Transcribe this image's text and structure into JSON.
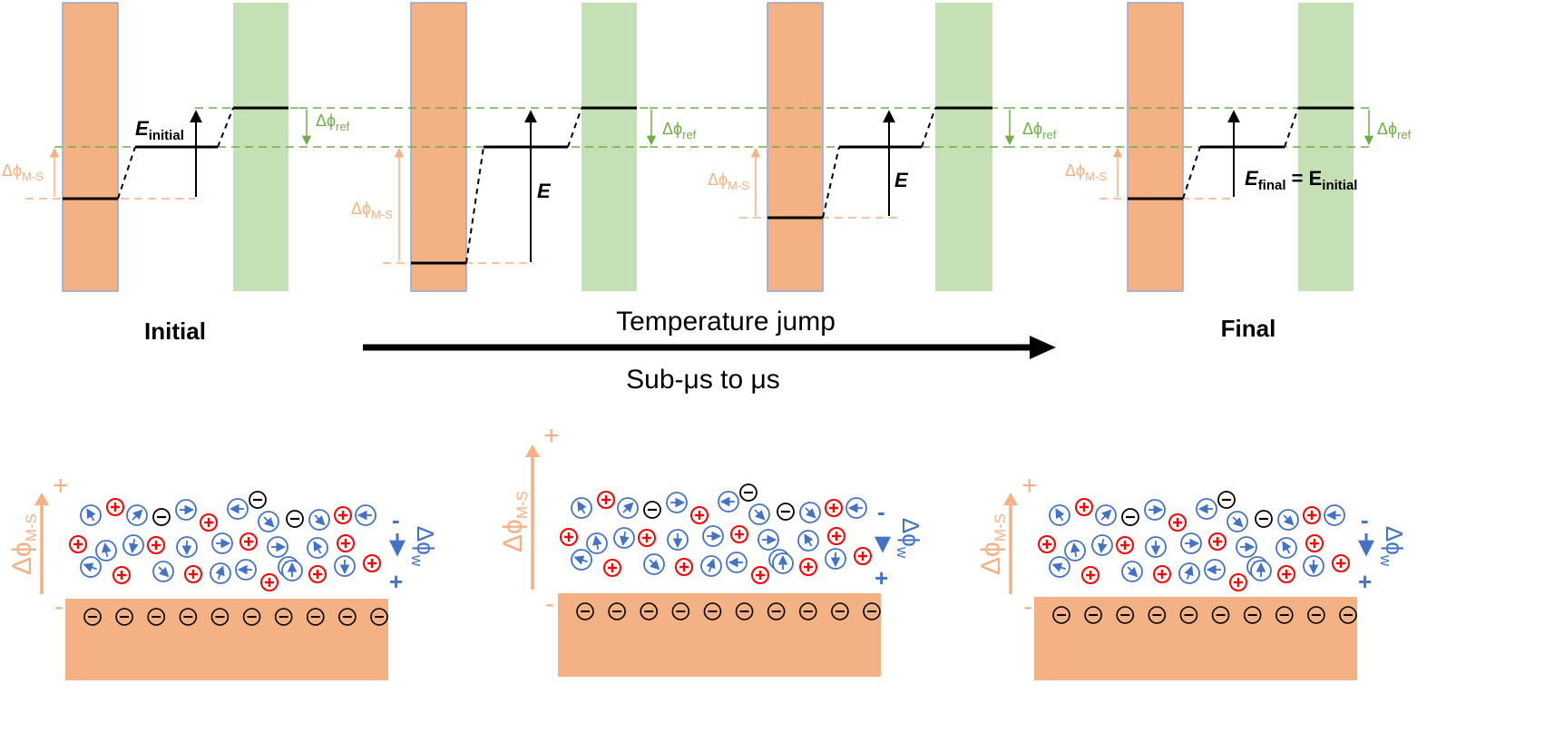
{
  "colors": {
    "metal": "#f4b183",
    "metal_border": "#8fa9d6",
    "reference": "#c5e0b4",
    "green_line": "#70ad47",
    "orange_line": "#f4b183",
    "dipole_blue": "#4472c4",
    "cation_red": "#ff0000",
    "anion_black": "#000000"
  },
  "stages": [
    {
      "label": "Initial",
      "energy_label": "E",
      "energy_sub": "initial"
    },
    {
      "label": "",
      "energy_label": "E",
      "energy_sub": ""
    },
    {
      "label": "",
      "energy_label": "E",
      "energy_sub": ""
    },
    {
      "label": "Final",
      "energy_label": "E",
      "energy_sub": "final",
      "energy_suffix": " = E",
      "energy_suffix_sub": "initial"
    }
  ],
  "labels": {
    "delta_ref": "Δϕ",
    "delta_ref_sub": "ref",
    "delta_ms": "Δϕ",
    "delta_ms_sub": "M-S",
    "delta_w": "Δϕ",
    "delta_w_sub": "w",
    "plus": "+",
    "minus": "-"
  },
  "arrow": {
    "top_label": "Temperature jump",
    "bottom_label": "Sub-μs to μs"
  },
  "electrode_charges": {
    "symbol": "⊖",
    "counts": [
      10,
      10,
      10
    ]
  },
  "icons": {
    "cation": "circled-plus-icon",
    "anion": "circled-minus-icon",
    "dipole": "water-dipole-icon"
  }
}
